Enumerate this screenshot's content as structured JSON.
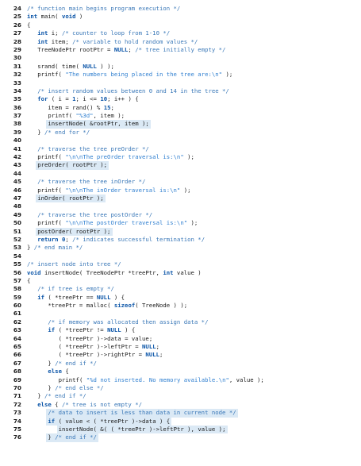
{
  "style": {
    "keyword_color": "#0b55a8",
    "comment_color": "#3a78b8",
    "string_color": "#2f7fd0",
    "text_color": "#1a1a1a",
    "highlight_color": "#dbe9f5"
  },
  "lines": [
    {
      "num": "24",
      "indent": 0,
      "segs": [
        [
          "c",
          "/* function main begins program execution */"
        ]
      ]
    },
    {
      "num": "25",
      "indent": 0,
      "segs": [
        [
          "k",
          "int"
        ],
        [
          "t",
          " main( "
        ],
        [
          "k",
          "void"
        ],
        [
          "t",
          " )"
        ]
      ]
    },
    {
      "num": "26",
      "indent": 0,
      "segs": [
        [
          "t",
          "{"
        ]
      ]
    },
    {
      "num": "27",
      "indent": 3,
      "segs": [
        [
          "k",
          "int"
        ],
        [
          "t",
          " i; "
        ],
        [
          "c",
          "/* counter to loop from 1-10 */"
        ]
      ]
    },
    {
      "num": "28",
      "indent": 3,
      "segs": [
        [
          "k",
          "int"
        ],
        [
          "t",
          " item; "
        ],
        [
          "c",
          "/* variable to hold random values */"
        ]
      ]
    },
    {
      "num": "29",
      "indent": 3,
      "segs": [
        [
          "t",
          "TreeNodePtr rootPtr = "
        ],
        [
          "k",
          "NULL"
        ],
        [
          "t",
          "; "
        ],
        [
          "c",
          "/* tree initially empty */"
        ]
      ]
    },
    {
      "num": "30",
      "indent": 0,
      "segs": []
    },
    {
      "num": "31",
      "indent": 3,
      "segs": [
        [
          "t",
          "srand( time( "
        ],
        [
          "k",
          "NULL"
        ],
        [
          "t",
          " ) );"
        ]
      ]
    },
    {
      "num": "32",
      "indent": 3,
      "segs": [
        [
          "t",
          "printf( "
        ],
        [
          "s",
          "\"The numbers being placed in the tree are:\\n\""
        ],
        [
          "t",
          " );"
        ]
      ]
    },
    {
      "num": "33",
      "indent": 0,
      "segs": []
    },
    {
      "num": "34",
      "indent": 3,
      "segs": [
        [
          "c",
          "/* insert random values between 0 and 14 in the tree */"
        ]
      ]
    },
    {
      "num": "35",
      "indent": 3,
      "segs": [
        [
          "k",
          "for"
        ],
        [
          "t",
          " ( i = "
        ],
        [
          "k",
          "1"
        ],
        [
          "t",
          "; i <= "
        ],
        [
          "k",
          "10"
        ],
        [
          "t",
          "; i++ ) {"
        ]
      ]
    },
    {
      "num": "36",
      "indent": 6,
      "segs": [
        [
          "t",
          "item = rand() % "
        ],
        [
          "k",
          "15"
        ],
        [
          "t",
          ";"
        ]
      ]
    },
    {
      "num": "37",
      "indent": 6,
      "segs": [
        [
          "t",
          "printf( "
        ],
        [
          "s",
          "\"%3d\""
        ],
        [
          "t",
          ", item );"
        ]
      ]
    },
    {
      "num": "38",
      "indent": 6,
      "hl": true,
      "segs": [
        [
          "t",
          "insertNode( &rootPtr, item );"
        ]
      ]
    },
    {
      "num": "39",
      "indent": 3,
      "segs": [
        [
          "t",
          "} "
        ],
        [
          "c",
          "/* end for */"
        ]
      ]
    },
    {
      "num": "40",
      "indent": 0,
      "segs": []
    },
    {
      "num": "41",
      "indent": 3,
      "segs": [
        [
          "c",
          "/* traverse the tree preOrder */"
        ]
      ]
    },
    {
      "num": "42",
      "indent": 3,
      "segs": [
        [
          "t",
          "printf( "
        ],
        [
          "s",
          "\"\\n\\nThe preOrder traversal is:\\n\""
        ],
        [
          "t",
          " );"
        ]
      ]
    },
    {
      "num": "43",
      "indent": 3,
      "hl": true,
      "segs": [
        [
          "t",
          "preOrder( rootPtr );"
        ]
      ]
    },
    {
      "num": "44",
      "indent": 0,
      "segs": []
    },
    {
      "num": "45",
      "indent": 3,
      "segs": [
        [
          "c",
          "/* traverse the tree inOrder */"
        ]
      ]
    },
    {
      "num": "46",
      "indent": 3,
      "segs": [
        [
          "t",
          "printf( "
        ],
        [
          "s",
          "\"\\n\\nThe inOrder traversal is:\\n\""
        ],
        [
          "t",
          " );"
        ]
      ]
    },
    {
      "num": "47",
      "indent": 3,
      "hl": true,
      "segs": [
        [
          "t",
          "inOrder( rootPtr );"
        ]
      ]
    },
    {
      "num": "48",
      "indent": 0,
      "segs": []
    },
    {
      "num": "49",
      "indent": 3,
      "segs": [
        [
          "c",
          "/* traverse the tree postOrder */"
        ]
      ]
    },
    {
      "num": "50",
      "indent": 3,
      "segs": [
        [
          "t",
          "printf( "
        ],
        [
          "s",
          "\"\\n\\nThe postOrder traversal is:\\n\""
        ],
        [
          "t",
          " );"
        ]
      ]
    },
    {
      "num": "51",
      "indent": 3,
      "hl": true,
      "segs": [
        [
          "t",
          "postOrder( rootPtr );"
        ]
      ]
    },
    {
      "num": "52",
      "indent": 3,
      "segs": [
        [
          "k",
          "return"
        ],
        [
          "t",
          " "
        ],
        [
          "k",
          "0"
        ],
        [
          "t",
          "; "
        ],
        [
          "c",
          "/* indicates successful termination */"
        ]
      ]
    },
    {
      "num": "53",
      "indent": 0,
      "segs": [
        [
          "t",
          "} "
        ],
        [
          "c",
          "/* end main */"
        ]
      ]
    },
    {
      "num": "54",
      "indent": 0,
      "segs": []
    },
    {
      "num": "55",
      "indent": 0,
      "segs": [
        [
          "c",
          "/* insert node into tree */"
        ]
      ]
    },
    {
      "num": "56",
      "indent": 0,
      "segs": [
        [
          "k",
          "void"
        ],
        [
          "t",
          " insertNode( TreeNodePtr *treePtr, "
        ],
        [
          "k",
          "int"
        ],
        [
          "t",
          " value )"
        ]
      ]
    },
    {
      "num": "57",
      "indent": 0,
      "segs": [
        [
          "t",
          "{"
        ]
      ]
    },
    {
      "num": "58",
      "indent": 3,
      "segs": [
        [
          "c",
          "/* if tree is empty */"
        ]
      ]
    },
    {
      "num": "59",
      "indent": 3,
      "segs": [
        [
          "k",
          "if"
        ],
        [
          "t",
          " ( *treePtr == "
        ],
        [
          "k",
          "NULL"
        ],
        [
          "t",
          " ) {"
        ]
      ]
    },
    {
      "num": "60",
      "indent": 6,
      "segs": [
        [
          "t",
          "*treePtr = malloc( "
        ],
        [
          "k",
          "sizeof"
        ],
        [
          "t",
          "( TreeNode ) );"
        ]
      ]
    },
    {
      "num": "61",
      "indent": 0,
      "segs": []
    },
    {
      "num": "62",
      "indent": 6,
      "segs": [
        [
          "c",
          "/* if memory was allocated then assign data */"
        ]
      ]
    },
    {
      "num": "63",
      "indent": 6,
      "segs": [
        [
          "k",
          "if"
        ],
        [
          "t",
          " ( *treePtr != "
        ],
        [
          "k",
          "NULL"
        ],
        [
          "t",
          " ) {"
        ]
      ]
    },
    {
      "num": "64",
      "indent": 9,
      "segs": [
        [
          "t",
          "( *treePtr )->data = value;"
        ]
      ]
    },
    {
      "num": "65",
      "indent": 9,
      "segs": [
        [
          "t",
          "( *treePtr )->leftPtr = "
        ],
        [
          "k",
          "NULL"
        ],
        [
          "t",
          ";"
        ]
      ]
    },
    {
      "num": "66",
      "indent": 9,
      "segs": [
        [
          "t",
          "( *treePtr )->rightPtr = "
        ],
        [
          "k",
          "NULL"
        ],
        [
          "t",
          ";"
        ]
      ]
    },
    {
      "num": "67",
      "indent": 6,
      "segs": [
        [
          "t",
          "} "
        ],
        [
          "c",
          "/* end if */"
        ]
      ]
    },
    {
      "num": "68",
      "indent": 6,
      "segs": [
        [
          "k",
          "else"
        ],
        [
          "t",
          " {"
        ]
      ]
    },
    {
      "num": "69",
      "indent": 9,
      "segs": [
        [
          "t",
          "printf( "
        ],
        [
          "s",
          "\"%d not inserted. No memory available.\\n\""
        ],
        [
          "t",
          ", value );"
        ]
      ]
    },
    {
      "num": "70",
      "indent": 6,
      "segs": [
        [
          "t",
          "} "
        ],
        [
          "c",
          "/* end else */"
        ]
      ]
    },
    {
      "num": "71",
      "indent": 3,
      "segs": [
        [
          "t",
          "} "
        ],
        [
          "c",
          "/* end if */"
        ]
      ]
    },
    {
      "num": "72",
      "indent": 3,
      "segs": [
        [
          "k",
          "else"
        ],
        [
          "t",
          " { "
        ],
        [
          "c",
          "/* tree is not empty */"
        ]
      ]
    },
    {
      "num": "73",
      "indent": 6,
      "hl": true,
      "segs": [
        [
          "c",
          "/* data to insert is less than data in current node */"
        ]
      ]
    },
    {
      "num": "74",
      "indent": 6,
      "hl": true,
      "segs": [
        [
          "k",
          "if"
        ],
        [
          "t",
          " ( value < ( *treePtr )->data ) {"
        ]
      ]
    },
    {
      "num": "75",
      "indent": 9,
      "hl": true,
      "segs": [
        [
          "t",
          "insertNode( &( ( *treePtr )->leftPtr ), value );"
        ]
      ]
    },
    {
      "num": "76",
      "indent": 6,
      "hl": true,
      "segs": [
        [
          "t",
          "} "
        ],
        [
          "c",
          "/* end if */"
        ]
      ]
    }
  ]
}
